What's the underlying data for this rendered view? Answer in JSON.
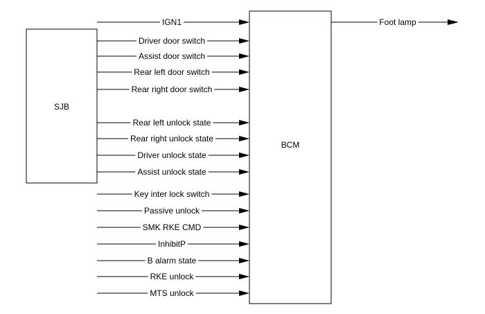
{
  "diagram": {
    "blocks": {
      "sjb": "SJB",
      "bcm": "BCM"
    },
    "inputs": [
      {
        "label": "IGN1",
        "from": "left"
      },
      {
        "label": "Driver door switch",
        "from": "SJB"
      },
      {
        "label": "Assist door switch",
        "from": "SJB"
      },
      {
        "label": "Rear left door switch",
        "from": "SJB"
      },
      {
        "label": "Rear right door switch",
        "from": "SJB"
      },
      {
        "label": "Rear left unlock state",
        "from": "SJB"
      },
      {
        "label": "Rear right unlock state",
        "from": "SJB"
      },
      {
        "label": "Driver unlock state",
        "from": "SJB"
      },
      {
        "label": "Assist unlock state",
        "from": "SJB"
      },
      {
        "label": "Key inter lock switch",
        "from": "left"
      },
      {
        "label": "Passive unlock",
        "from": "left"
      },
      {
        "label": "SMK RKE CMD",
        "from": "left"
      },
      {
        "label": "InhibitP",
        "from": "left"
      },
      {
        "label": "B alarm state",
        "from": "left"
      },
      {
        "label": "RKE unlock",
        "from": "left"
      },
      {
        "label": "MTS unlock",
        "from": "left"
      }
    ],
    "outputs": [
      {
        "label": "Foot lamp",
        "to": "right"
      }
    ]
  }
}
